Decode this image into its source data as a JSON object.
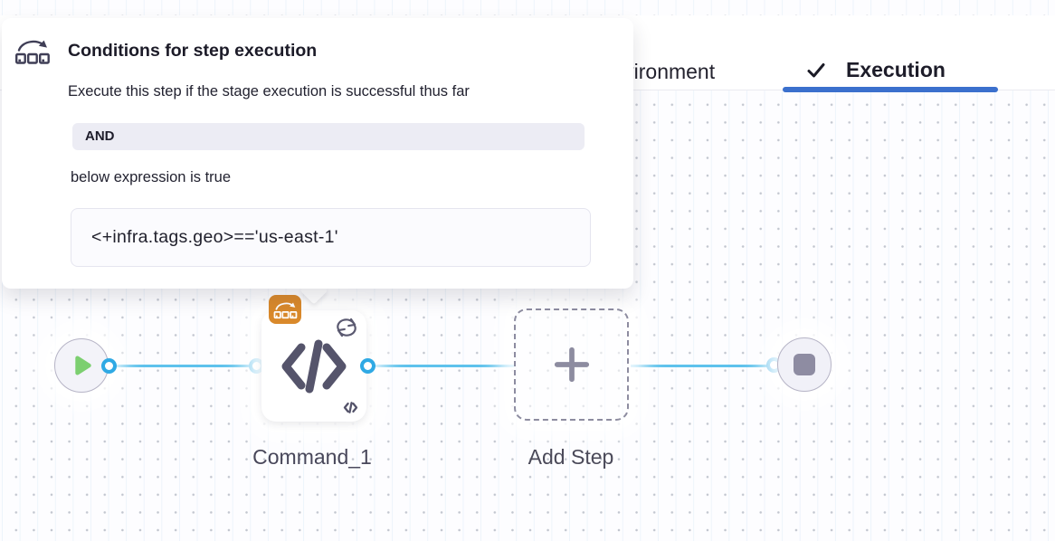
{
  "popover": {
    "icon": "conditional-execution-icon",
    "title": "Conditions for step execution",
    "description": "Execute this step if the stage execution is successful thus far",
    "operator_badge": "AND",
    "expression_intro": "below expression is true",
    "expression": "<+infra.tags.geo>=='us-east-1'"
  },
  "tabs": {
    "environment": {
      "label": "Environment",
      "active": false
    },
    "execution": {
      "label": "Execution",
      "active": true,
      "icon": "check-icon"
    }
  },
  "pipeline": {
    "start_node": {
      "icon": "play-icon"
    },
    "command_step": {
      "label": "Command_1",
      "icon": "code-icon",
      "condition_badge_icon": "conditional-execution-icon",
      "loop_icon": "loop-icon",
      "type_icon": "code-mini-icon"
    },
    "add_step": {
      "label": "Add Step",
      "icon": "plus-icon"
    },
    "end_node": {
      "icon": "stop-icon"
    }
  },
  "colors": {
    "tab_underline_blue": "#3b70cd",
    "connector_line_blue": "#5ec2ec",
    "connector_port_blue": "#2fa9e4",
    "condition_badge_orange": "#d9892b",
    "play_green": "#7ccf70",
    "node_icon_slate": "#55546b"
  }
}
